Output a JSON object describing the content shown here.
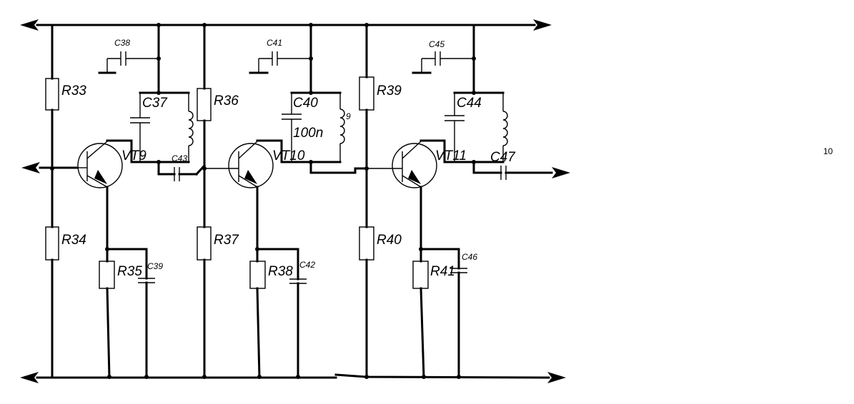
{
  "page_number": "10",
  "stages": [
    {
      "transistor": "VT9",
      "r_top": "R33",
      "r_bottom": "R34",
      "r_emitter": "R35",
      "c_emitter": "C39",
      "c_decouple": "C38",
      "c_tank": "C37",
      "inductor_label": "",
      "c_tank_value": ""
    },
    {
      "transistor": "VT10",
      "r_top": "R36",
      "r_bottom": "R37",
      "r_emitter": "R38",
      "c_emitter": "C42",
      "c_decouple": "C41",
      "c_tank": "C40",
      "inductor_label": "9",
      "c_tank_value": "100n"
    },
    {
      "transistor": "VT11",
      "r_top": "R39",
      "r_bottom": "R40",
      "r_emitter": "R41",
      "c_emitter": "C46",
      "c_decouple": "C45",
      "c_tank": "C44",
      "inductor_label": "",
      "c_tank_value": ""
    }
  ],
  "coupling_capacitors": [
    "C43",
    "C47"
  ]
}
